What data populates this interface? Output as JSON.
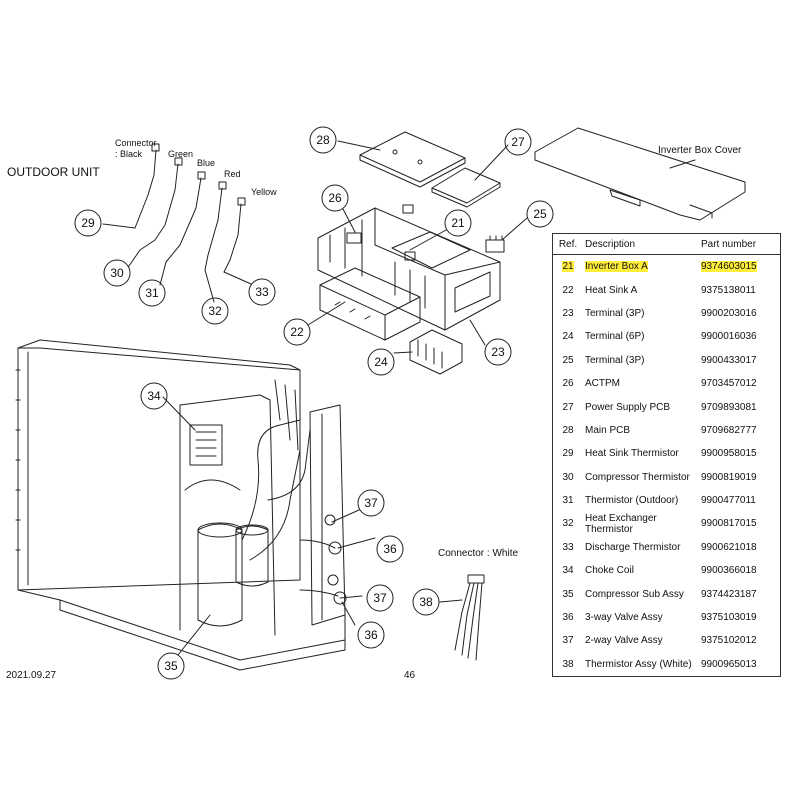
{
  "unit_title": "OUTDOOR UNIT",
  "inverter_box_cover_label": "Inverter Box Cover",
  "connector_labels": {
    "connector": "Connector",
    "black": ": Black",
    "green": "Green",
    "blue": "Blue",
    "red": "Red",
    "yellow": "Yellow",
    "white": "Connector : White"
  },
  "callouts": [
    "21",
    "22",
    "23",
    "24",
    "25",
    "26",
    "27",
    "28",
    "29",
    "30",
    "31",
    "32",
    "33",
    "34",
    "35",
    "36",
    "37",
    "38"
  ],
  "table": {
    "headers": {
      "ref": "Ref.",
      "description": "Description",
      "part_number": "Part number"
    },
    "rows": [
      {
        "ref": "21",
        "description": "Inverter Box A",
        "part_number": "9374603015",
        "highlight": true
      },
      {
        "ref": "22",
        "description": "Heat Sink A",
        "part_number": "9375138011"
      },
      {
        "ref": "23",
        "description": "Terminal (3P)",
        "part_number": "9900203016"
      },
      {
        "ref": "24",
        "description": "Terminal (6P)",
        "part_number": "9900016036"
      },
      {
        "ref": "25",
        "description": "Terminal (3P)",
        "part_number": "9900433017"
      },
      {
        "ref": "26",
        "description": "ACTPM",
        "part_number": "9703457012"
      },
      {
        "ref": "27",
        "description": "Power Supply PCB",
        "part_number": "9709893081"
      },
      {
        "ref": "28",
        "description": "Main PCB",
        "part_number": "9709682777"
      },
      {
        "ref": "29",
        "description": "Heat Sink Thermistor",
        "part_number": "9900958015"
      },
      {
        "ref": "30",
        "description": "Compressor Thermistor",
        "part_number": "9900819019"
      },
      {
        "ref": "31",
        "description": "Thermistor (Outdoor)",
        "part_number": "9900477011"
      },
      {
        "ref": "32",
        "description": "Heat Exchanger Thermistor",
        "part_number": "9900817015"
      },
      {
        "ref": "33",
        "description": "Discharge Thermistor",
        "part_number": "9900621018"
      },
      {
        "ref": "34",
        "description": "Choke Coil",
        "part_number": "9900366018"
      },
      {
        "ref": "35",
        "description": "Compressor Sub Assy",
        "part_number": "9374423187"
      },
      {
        "ref": "36",
        "description": "3-way Valve Assy",
        "part_number": "9375103019"
      },
      {
        "ref": "37",
        "description": "2-way Valve Assy",
        "part_number": "9375102012"
      },
      {
        "ref": "38",
        "description": "Thermistor Assy (White)",
        "part_number": "9900965013"
      }
    ]
  },
  "footer": {
    "date": "2021.09.27",
    "page": "46"
  },
  "colors": {
    "highlight": "#ffef3a",
    "line": "#222222"
  }
}
